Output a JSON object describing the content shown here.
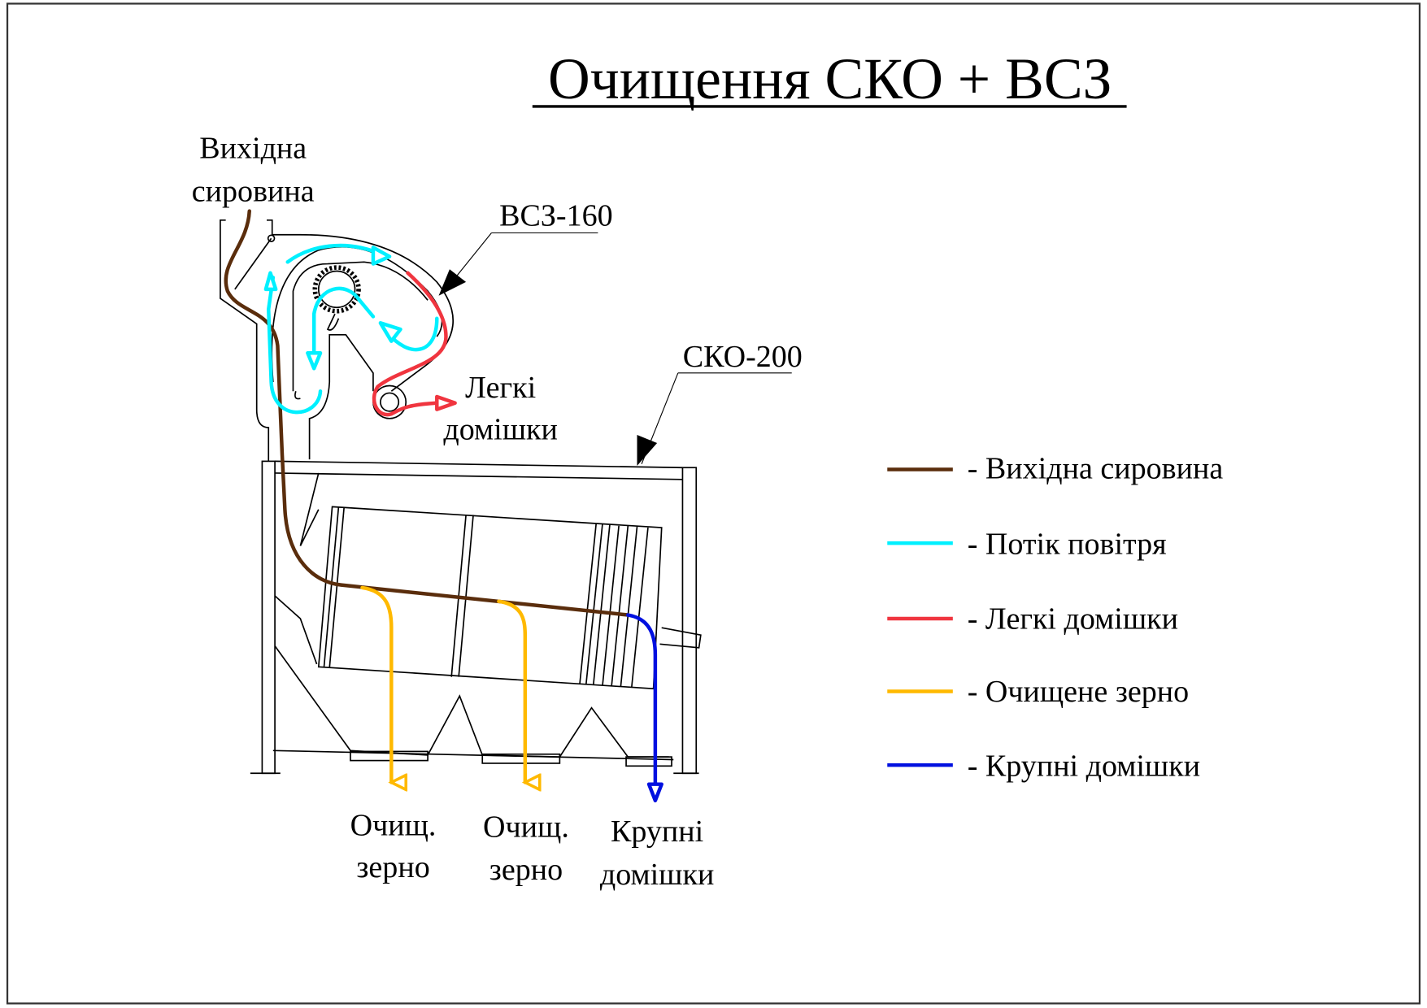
{
  "title": "Очищення СКО + ВСЗ",
  "labels": {
    "input_line1": "Вихідна",
    "input_line2": "сировина",
    "separator": "ВСЗ-160",
    "cleaner": "СКО-200",
    "light_line1": "Легкі",
    "light_line2": "домішки",
    "out1_line1": "Очищ.",
    "out1_line2": "зерно",
    "out2_line1": "Очищ.",
    "out2_line2": "зерно",
    "out3_line1": "Крупні",
    "out3_line2": "домішки"
  },
  "legend": [
    {
      "label": "- Вихідна сировина",
      "color": "#5a2d0c"
    },
    {
      "label": "- Потік повітря",
      "color": "#00f0ff"
    },
    {
      "label": "- Легкі домішки",
      "color": "#f0353f"
    },
    {
      "label": "- Очищене зерно",
      "color": "#ffb900"
    },
    {
      "label": "- Крупні домішки",
      "color": "#0010e0"
    }
  ]
}
